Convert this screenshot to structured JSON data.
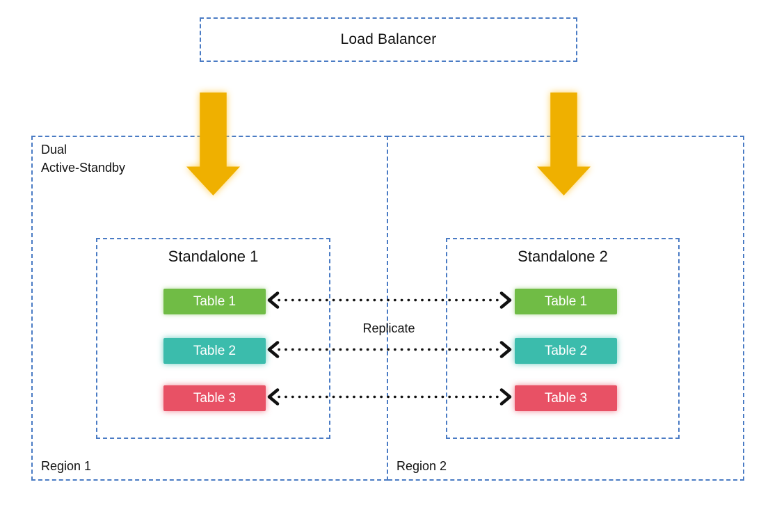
{
  "load_balancer": {
    "label": "Load Balancer"
  },
  "mode_label": "Dual\nActive-Standby",
  "replicate_label": "Replicate",
  "regions": [
    {
      "name": "Region 1",
      "standalone": {
        "title": "Standalone 1",
        "tables": [
          "Table 1",
          "Table 2",
          "Table 3"
        ]
      }
    },
    {
      "name": "Region 2",
      "standalone": {
        "title": "Standalone 2",
        "tables": [
          "Table 1",
          "Table 2",
          "Table 3"
        ]
      }
    }
  ],
  "colors": {
    "border_blue": "#4A7BC4",
    "arrow_gold": "#EFB000",
    "table1_green": "#70BC45",
    "table2_teal": "#3BBCAC",
    "table3_red": "#E85165",
    "connector_black": "#111111"
  }
}
